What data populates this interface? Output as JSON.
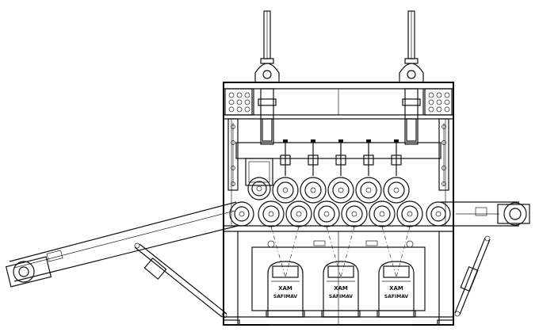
{
  "drawing": {
    "motors": [
      {
        "brand": "XAM",
        "model": "SAFIMAV"
      },
      {
        "brand": "XAM",
        "model": "SAFIMAV"
      },
      {
        "brand": "XAM",
        "model": "SAFIMAV"
      }
    ]
  }
}
